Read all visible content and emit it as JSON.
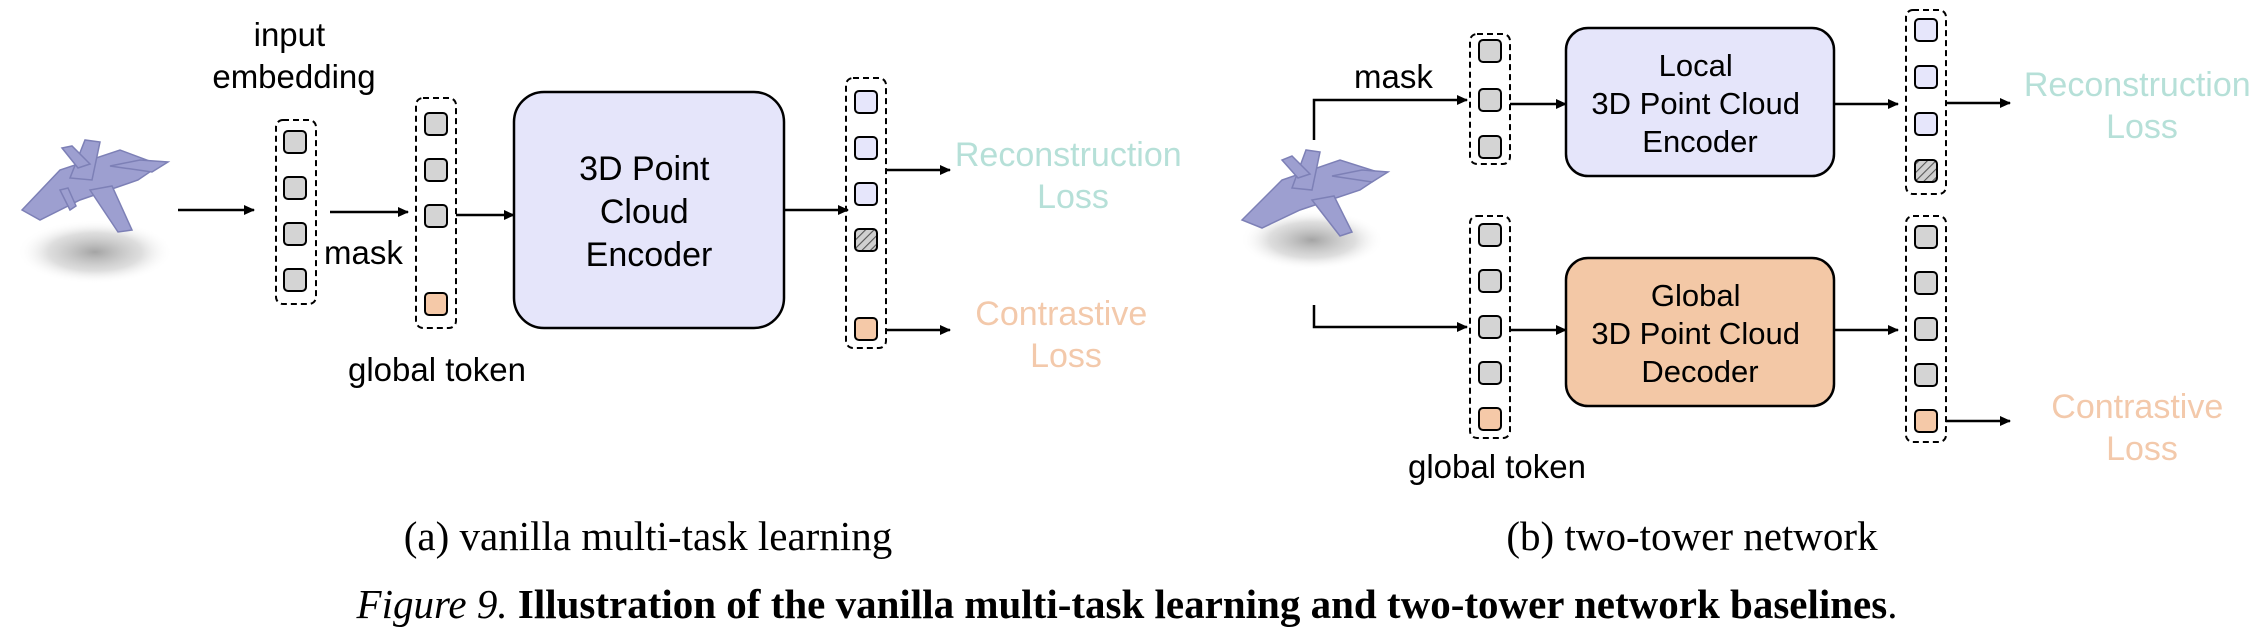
{
  "panel_a": {
    "input_embedding_label": [
      "input",
      "embedding"
    ],
    "mask_label": "mask",
    "global_token_label": "global token",
    "encoder_label": [
      "3D Point",
      "Cloud",
      "Encoder"
    ],
    "reconstruction_loss": [
      "Reconstruction",
      "Loss"
    ],
    "contrastive_loss": [
      "Contrastive",
      "Loss"
    ],
    "caption": "(a) vanilla multi-task learning"
  },
  "panel_b": {
    "mask_label": "mask",
    "local_encoder_label": [
      "Local",
      "3D Point Cloud",
      "Encoder"
    ],
    "global_decoder_label": [
      "Global",
      "3D Point Cloud",
      "Decoder"
    ],
    "reconstruction_loss": [
      "Reconstruction",
      "Loss"
    ],
    "contrastive_loss": [
      "Contrastive",
      "Loss"
    ],
    "global_token_label": "global token",
    "caption": "(b) two-tower network"
  },
  "figure_caption": {
    "number": "Figure 9.",
    "text": "Illustration of the vanilla multi-task learning and two-tower network baselines",
    "period": "."
  },
  "colors": {
    "encoder_fill": "#e5e5fa",
    "decoder_fill": "#f3c8a6",
    "reconstruction_text": "#b6e0d8",
    "contrastive_text": "#f3c9ab",
    "gray_token": "#d4d4d4",
    "lavender_token": "#e6e6fb",
    "orange_token": "#f5c9a8",
    "airplane": "#9d9fd0"
  }
}
